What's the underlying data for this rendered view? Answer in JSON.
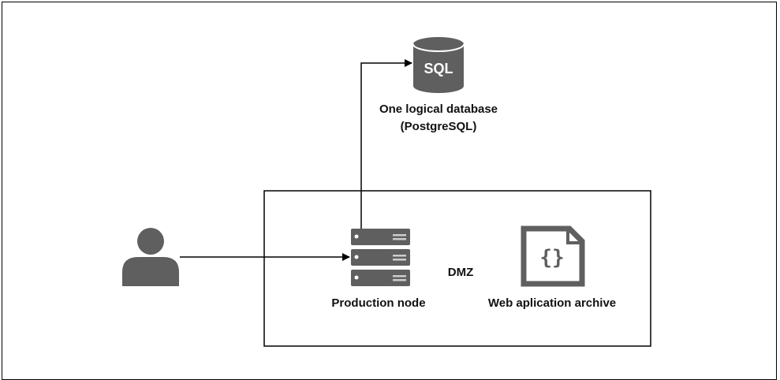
{
  "database": {
    "icon_text": "SQL",
    "label_line1": "One logical database",
    "label_line2": "(PostgreSQL)"
  },
  "dmz": {
    "label": "DMZ"
  },
  "production_node": {
    "label": "Production node"
  },
  "web_archive": {
    "icon_text": "{}",
    "label": "Web aplication archive"
  },
  "colors": {
    "icon_gray": "#5f5f5f",
    "server_light": "#cccccc",
    "line": "#000000"
  },
  "icons": {
    "user": "user-icon",
    "database": "database-icon",
    "server": "server-icon",
    "archive": "file-code-icon"
  }
}
